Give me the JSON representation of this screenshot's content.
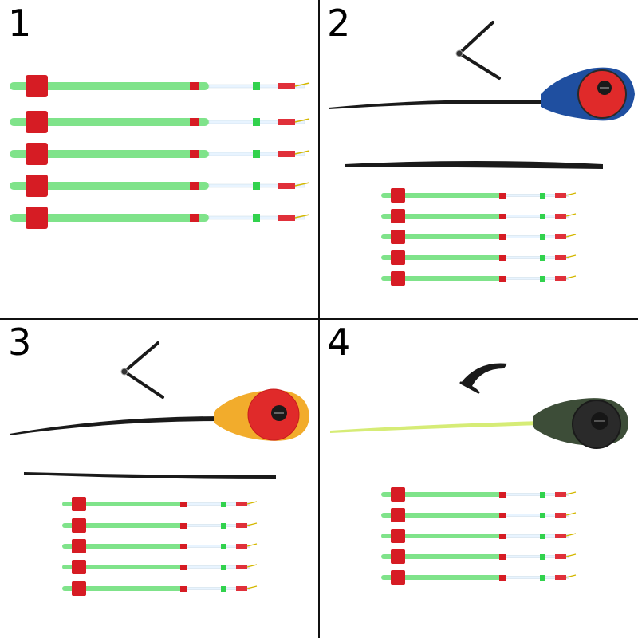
{
  "panels": [
    {
      "number": "1",
      "contents": [
        "tip-set"
      ],
      "rod_color": null,
      "tip_count": 5
    },
    {
      "number": "2",
      "contents": [
        "v-clip",
        "reel-rod",
        "spare-tip",
        "tip-set"
      ],
      "rod_color": "#1f4fa0",
      "tip_count": 5
    },
    {
      "number": "3",
      "contents": [
        "v-clip",
        "reel-rod",
        "spare-tip",
        "tip-set"
      ],
      "rod_color": "#f2ac2c",
      "tip_count": 5
    },
    {
      "number": "4",
      "contents": [
        "arc-clip",
        "reel-rod",
        "tip-set"
      ],
      "rod_color": "#3d4d38",
      "rod_tip_color": "#d6ec76",
      "tip_count": 5
    }
  ],
  "colors": {
    "tip_green": "#7fe38a",
    "tip_red": "#d61c24",
    "reel_red": "#e02a2a",
    "rod_black": "#1a1a1a",
    "divider": "#111111"
  }
}
